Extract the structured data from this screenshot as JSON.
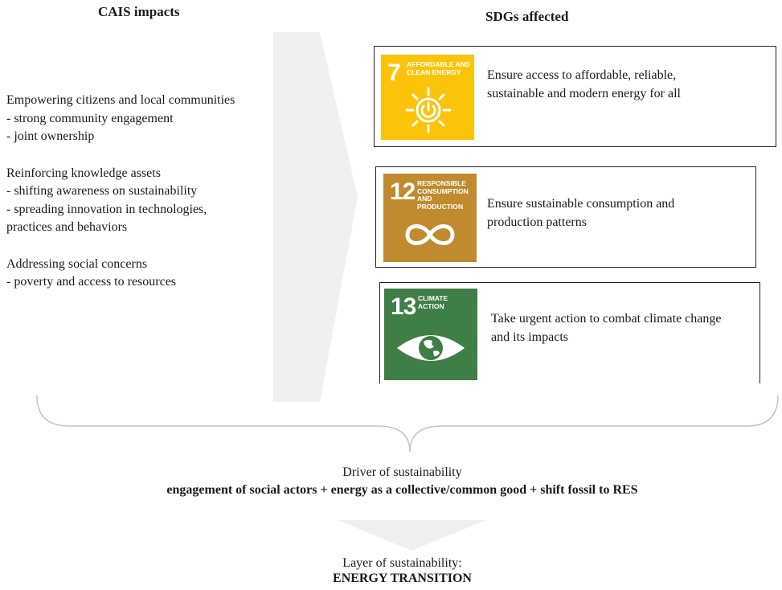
{
  "headers": {
    "left": "CAIS impacts",
    "right": "SDGs affected"
  },
  "impacts": [
    {
      "lines": [
        "Empowering citizens and local communities",
        "-  strong community engagement",
        "-  joint ownership"
      ]
    },
    {
      "lines": [
        "Reinforcing knowledge assets",
        "-  shifting awareness on sustainability",
        "-  spreading innovation in technologies,",
        "practices and behaviors"
      ]
    },
    {
      "lines": [
        "Addressing social concerns",
        "-  poverty and access to resources"
      ]
    }
  ],
  "sdgs": [
    {
      "number": "7",
      "title": "AFFORDABLE AND CLEAN ENERGY",
      "color": "#FCC30B",
      "icon": "sun-power-icon",
      "text_lines": [
        "Ensure access to affordable, reliable,",
        "sustainable and modern energy for all"
      ]
    },
    {
      "number": "12",
      "title": "RESPONSIBLE CONSUMPTION AND PRODUCTION",
      "color": "#BF8B2E",
      "icon": "infinity-icon",
      "text_lines": [
        "Ensure sustainable consumption and",
        "production patterns"
      ]
    },
    {
      "number": "13",
      "title": "CLIMATE ACTION",
      "color": "#3F7E44",
      "icon": "eye-globe-icon",
      "text_lines": [
        "Take urgent action to combat climate change",
        "and its impacts"
      ]
    }
  ],
  "driver": {
    "label": "Driver of  sustainability",
    "text": "engagement of social actors + energy as a collective/common good + shift fossil to RES"
  },
  "layer": {
    "label": "Layer of  sustainability:",
    "text": "ENERGY TRANSITION"
  },
  "colors": {
    "arrow": "#efefef",
    "brace": "#c8c8c8",
    "border": "#222222"
  }
}
